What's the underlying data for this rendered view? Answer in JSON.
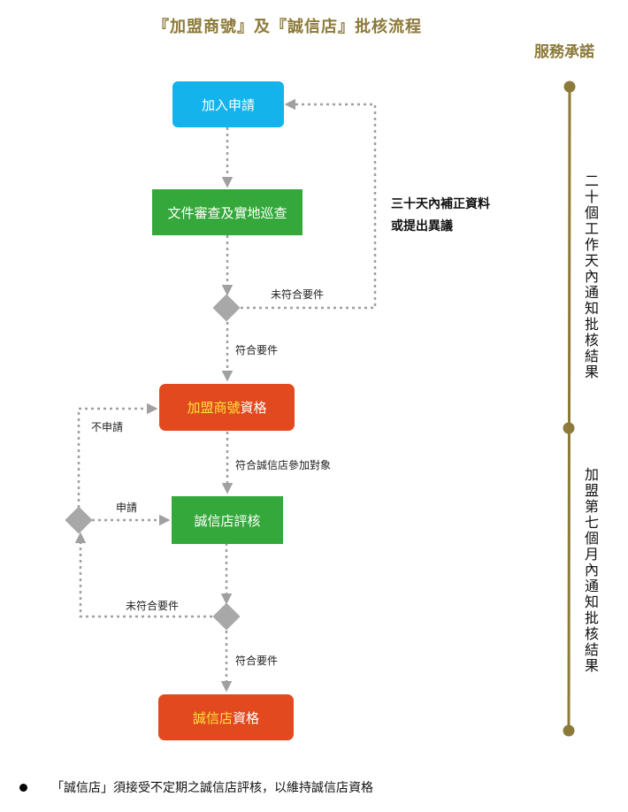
{
  "title": "『加盟商號』及『誠信店』批核流程",
  "service": {
    "title": "服務承諾",
    "period1": "二十個工作天內通知批核結果",
    "period2": "加盟第七個月內通知批核結果"
  },
  "nodes": {
    "apply": "加入申請",
    "review": "文件審查及實地巡查",
    "member_hl": "加盟商號",
    "member_suffix": "資格",
    "assess": "誠信店評核",
    "honest_hl": "誠信店",
    "honest_suffix": "資格"
  },
  "notes": {
    "supplement_line1": "三十天內補正資料",
    "supplement_line2": "或提出異議"
  },
  "edges": {
    "fail1": "未符合要件",
    "pass1": "符合要件",
    "no_apply": "不申請",
    "eligible": "符合誠信店參加對象",
    "apply_honest": "申請",
    "fail2": "未符合要件",
    "pass2": "符合要件"
  },
  "footer": {
    "bullet": "「誠信店」須接受不定期之誠信店評核，以維持誠信店資格"
  },
  "colors": {
    "apply_box": "#14b3ec",
    "review_box": "#34a83a",
    "qualification_box": "#e2491f",
    "highlight_text": "#ffe23a",
    "connector": "#a0a0a0",
    "timeline": "#8c7a3a"
  }
}
